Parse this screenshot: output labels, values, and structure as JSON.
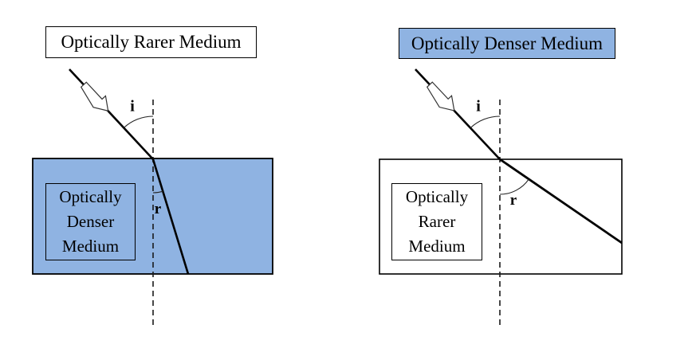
{
  "colors": {
    "medium_blue": "#8FB3E2",
    "stroke": "#000000"
  },
  "left_panel": {
    "top_label": "Optically Rarer Medium",
    "lower_medium_label_lines": [
      "Optically",
      "Denser",
      "Medium"
    ],
    "incidence_angle_label": "i",
    "refraction_angle_label": "r"
  },
  "right_panel": {
    "top_label": "Optically Denser Medium",
    "lower_medium_label_lines": [
      "Optically",
      "Rarer",
      "Medium"
    ],
    "incidence_angle_label": "i",
    "refraction_angle_label": "r"
  }
}
